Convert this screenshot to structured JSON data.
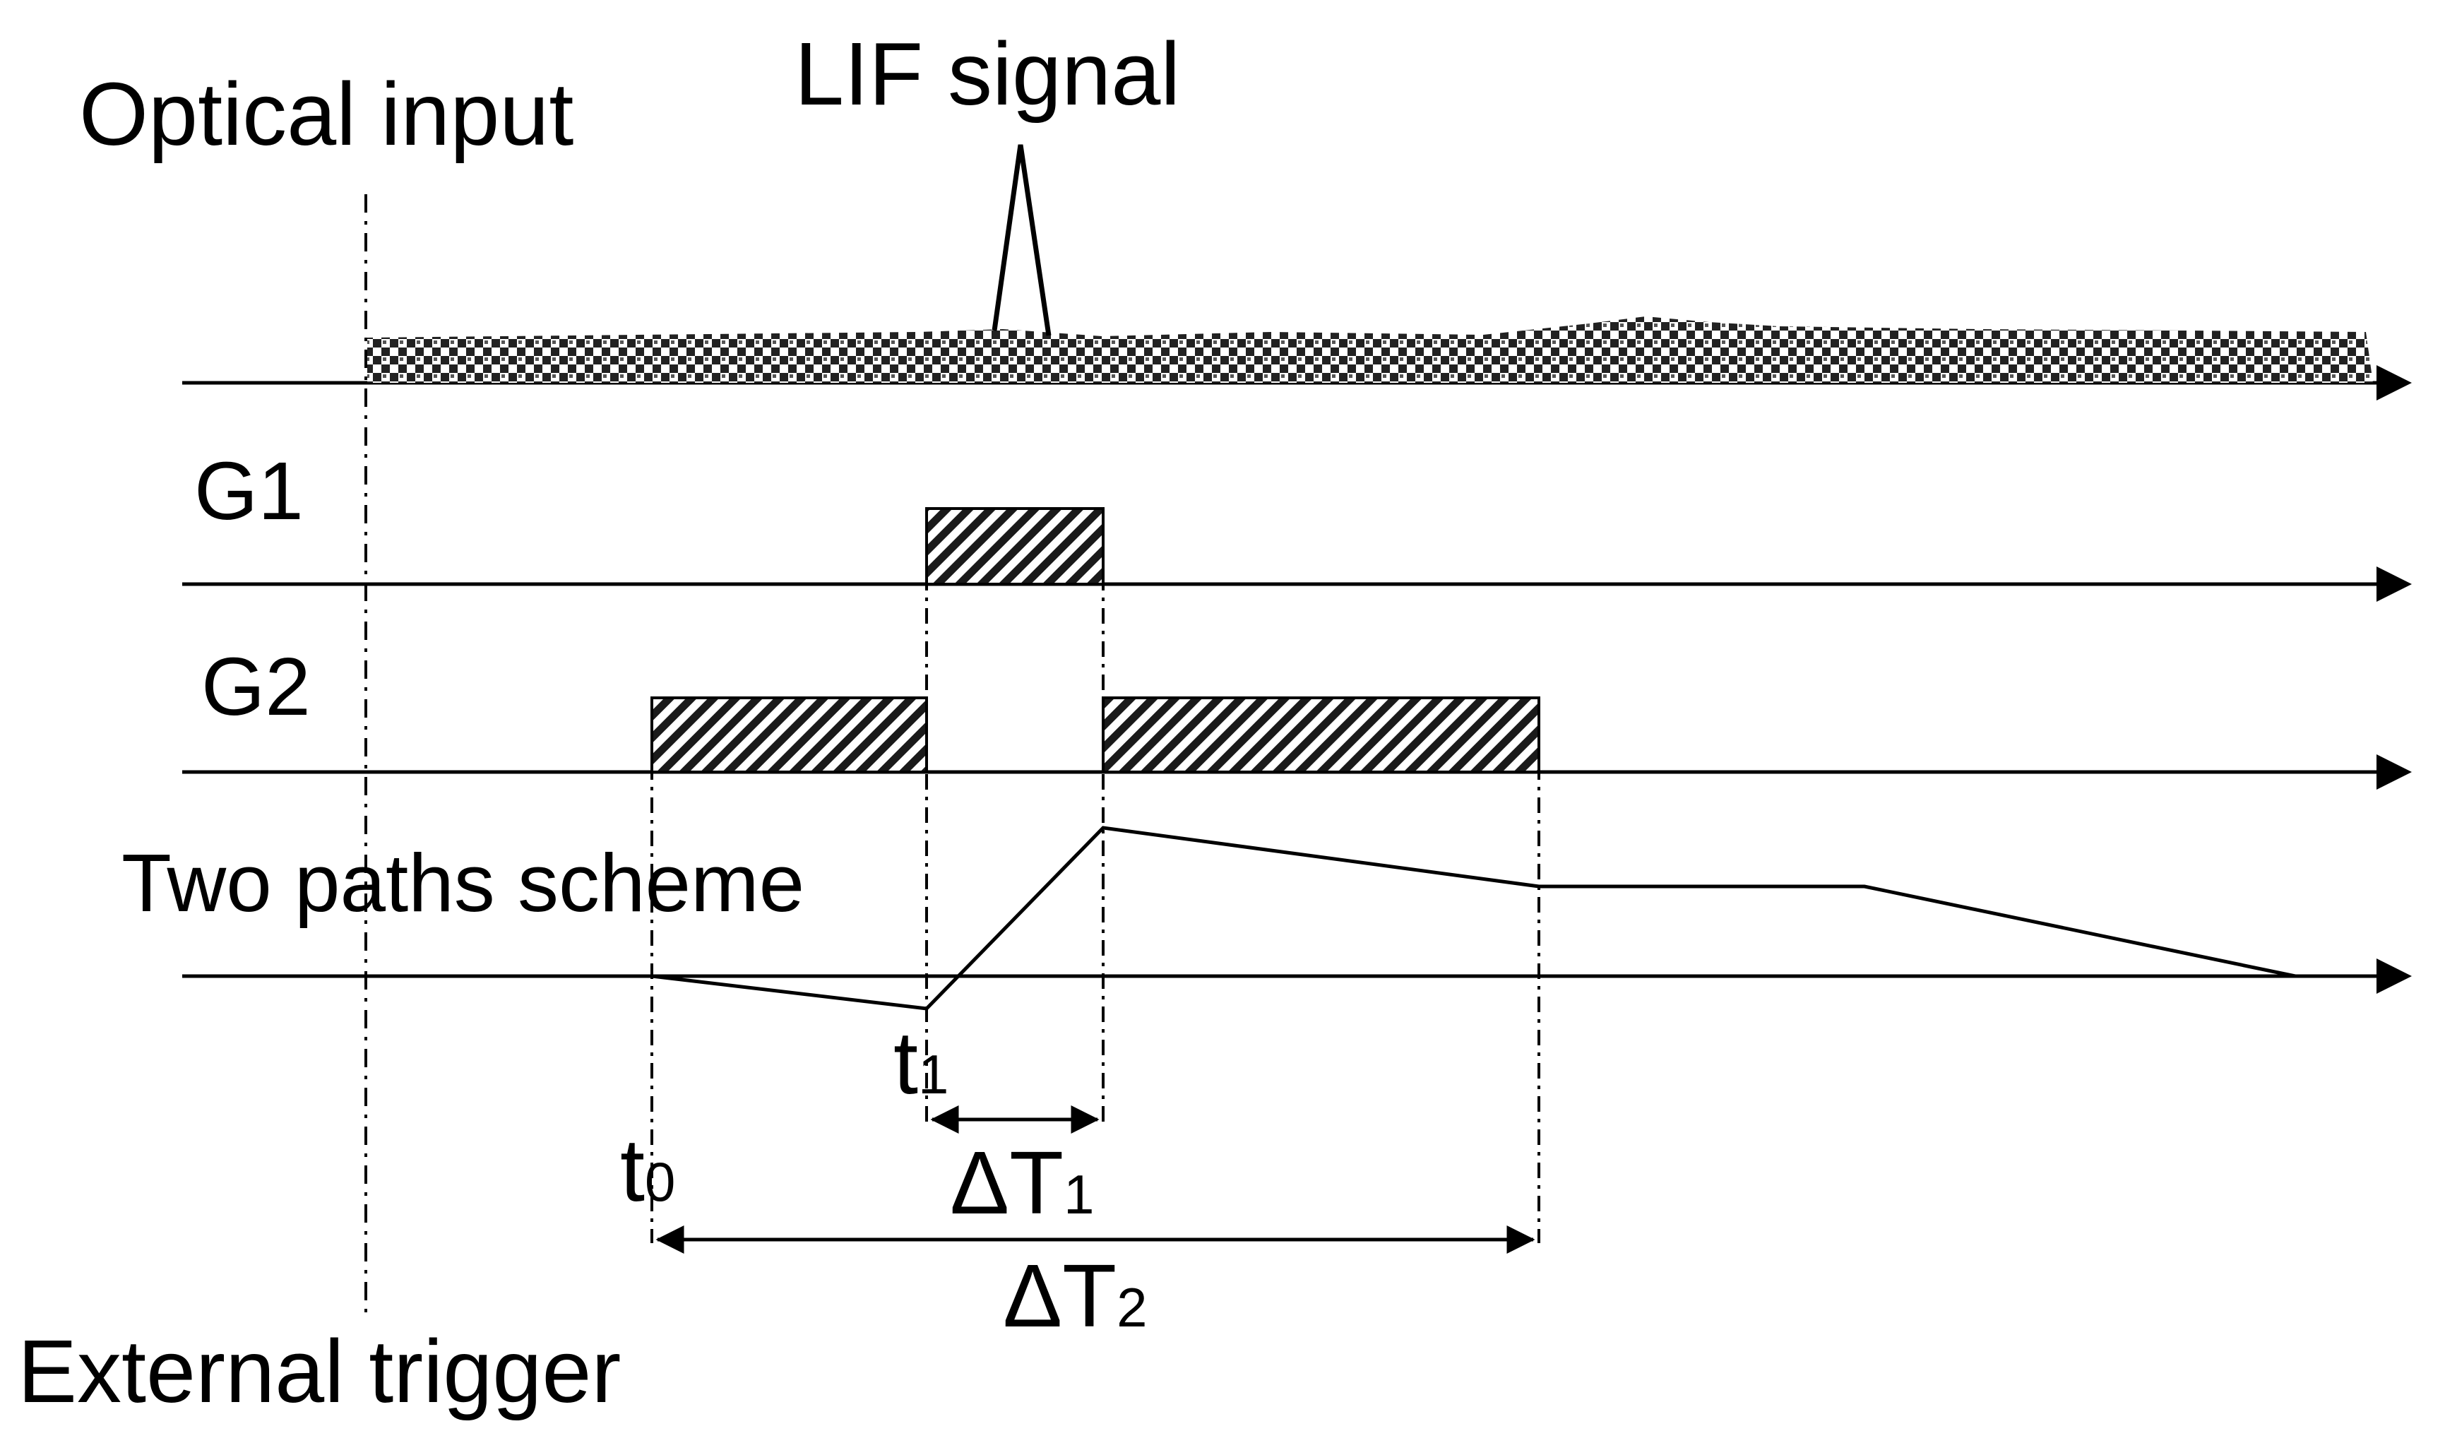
{
  "labels": {
    "optical_input": "Optical input",
    "lif_signal": "LIF signal",
    "g1": "G1",
    "g2": "G2",
    "two_paths": "Two paths scheme",
    "external_trigger": "External trigger",
    "t0_main": "t",
    "t0_sub": "0",
    "t1_main": "t",
    "t1_sub": "1",
    "dt1_main": "ΔT",
    "dt1_sub": "1",
    "dt2_main": "ΔT",
    "dt2_sub": "2"
  },
  "colors": {
    "ink": "#000000",
    "background": "#ffffff"
  },
  "icons": {
    "axis_arrow": "arrowhead-right",
    "dimension_arrow": "double-headed-arrow"
  }
}
